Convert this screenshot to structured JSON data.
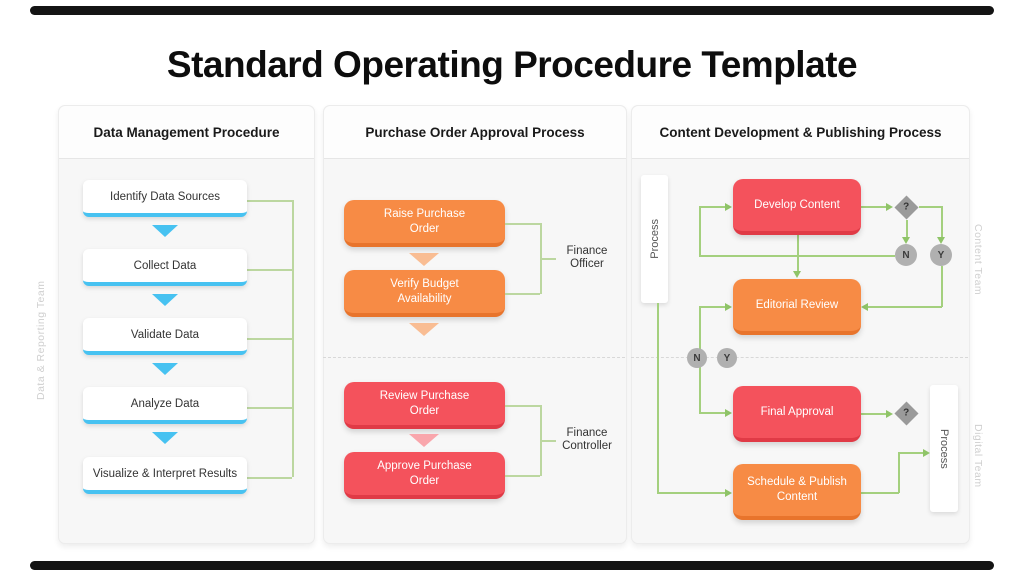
{
  "title": "Standard Operating Procedure Template",
  "p1": {
    "header": "Data Management Procedure",
    "side_label": "Data & Reporting Team",
    "steps": [
      "Identify Data Sources",
      "Collect Data",
      "Validate Data",
      "Analyze Data",
      "Visualize & Interpret Results"
    ]
  },
  "p2": {
    "header": "Purchase Order Approval Process",
    "steps": [
      "Raise Purchase Order",
      "Verify Budget Availability",
      "Review Purchase Order",
      "Approve Purchase Order"
    ],
    "roles": [
      "Finance Officer",
      "Finance Controller"
    ]
  },
  "p3": {
    "header": "Content Development & Publishing Process",
    "side_labels": [
      "Content Team",
      "Digital Team"
    ],
    "lane_labels": [
      "Process",
      "Process"
    ],
    "steps": [
      "Develop Content",
      "Editorial Review",
      "Final Approval",
      "Schedule & Publish Content"
    ],
    "marks": {
      "q1": "?",
      "n1": "N",
      "y1": "Y",
      "n2": "N",
      "y2": "Y",
      "q2": "?"
    }
  },
  "colors": {
    "blue": "#47C2F1",
    "orange": "#F78B45",
    "red": "#F4525C",
    "green": "#A4D07E"
  }
}
